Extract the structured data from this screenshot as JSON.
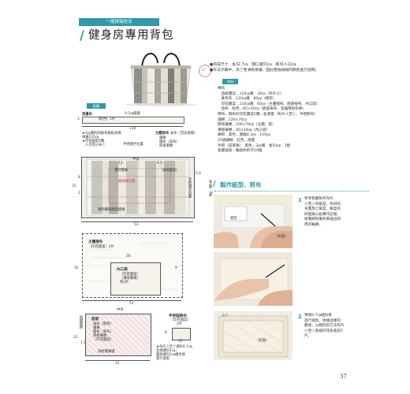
{
  "header": {
    "category_tag": "一般拼接技法",
    "title": "健身房專用背包"
  },
  "colors": {
    "teal": "#2f9aa6",
    "pink": "#d98b90",
    "grey_fabric": "#cfcfc8",
    "light_fabric": "#eeebe3"
  },
  "info": {
    "size": "●完成尺寸　長32.7㎝　開口寬53㎝　底31×22㎝",
    "note": "●作法示範中，為了更清晰易懂，因此更換縫線的顏色進行說明。"
  },
  "materials": {
    "tag": "材料",
    "lines": [
      "棉布",
      "　直紋圖案…110㎝寬　30㎝（布片ⓑ）",
      "　素色布…110㎝寬　80㎝（裡布）",
      "　印花圖案…110㎝寬　60㎝（主體裡布、底部裡布、內口袋）",
      "　直布　駝色…65×40㎝（底部表布、滾邊用斜布條）",
      "棉布、麻布的印花圖案5種…各適量（布片ⓐ至ⓒ、手把飾布）",
      "鋪棉…120×70㎝",
      "厚接著襯…100×70㎝（主體、底）",
      "薄接著襯…40×20㎝（內口袋）",
      "織帶　黑色…寬幅0.3㎝　120㎝",
      "25號繡線　紅色…適量",
      "手把（皮革製）　黑色…3㎝寬　長50㎝　1組",
      "金屬鈕釦…軸高約約可10個"
    ]
  },
  "howto": {
    "title": "製作紙型、剪布",
    "step1_num": "1",
    "step1_text": [
      "參考製圖製作布片",
      "ⓐ至ⓒ的紙型。布材的",
      "背面放上紙型，紙型的",
      "四個角以鉛筆作記號，",
      "接著將鉛筆拆來描出四",
      "周的輪廓。"
    ],
    "step1_callouts": [
      "紙型",
      "（背面）"
    ],
    "step2_num": "2",
    "step2_text": [
      "預留0.7㎝縫份後",
      "進行裁剪。依據這樣的",
      "數值，以相同的方法布片",
      "ⓐ至ⓒ各縫印花各裁剪2",
      "片。"
    ],
    "step2_callouts": [
      "0.7",
      "（背面）"
    ]
  },
  "diagram": {
    "section_tag": "製圖",
    "binding_label": "滾邊布",
    "binding_sub": "（駝色）1片",
    "binding_width": "0.5㎝縫邊",
    "dim_110": "110",
    "dim_3": "3",
    "notes": [
      "★3㎝寬的斜紋布條貼長條",
      "凍邊110㎝",
      "★印花圖案5種",
      "…ⓐ印花②布ⓒ"
    ],
    "hand_note": "手把縫合位置",
    "body_label": "主體表布",
    "body_sub": "表布（完成接縫）",
    "body_items": [
      "鋪棉",
      "檔布（表布）",
      "厚接著襯"
    ],
    "bottom_center_label": "中央",
    "red_note": "壓縫線位置",
    "fly_label": "落針壓線",
    "dim_0_4": "0.4",
    "handle_pos": "手把縫合位置",
    "straight_label": "（直紋圖案）",
    "dim_13": "13",
    "dim_4_5": "4.5",
    "dim_32": "32",
    "dim_2": "2",
    "dim_8": "8",
    "side_note": "（手縫）2處",
    "bottom_note": "請刺繡接圖案縫線",
    "dim_53": "53",
    "lining_title": "主體裡布",
    "lining_sub": "（印花圖案）2片",
    "lining_dim_26": "26",
    "lining_dim_32": "32",
    "lining_dim_53": "53",
    "lining_dim_9": "9",
    "lining_dim_13": "13",
    "lining_dim_5": "5",
    "pocket_title": "內口袋",
    "pocket_items": [
      "（印花圖案）",
      "（薄接著襯）",
      "各2片"
    ],
    "bottom_center2": "中央",
    "base_title": "底部",
    "base_items": [
      "表布（駝色）",
      "鋪棉",
      "檔布（表布）",
      "厚接著襯"
    ],
    "base_lining": "（印花圖案）",
    "base_sub": "斜紋壓線縫",
    "dim_22": "22",
    "base_side": "指縫壓線",
    "dim_31": "31",
    "dim_1_5": "1.5",
    "handle_title": "手把裝飾布",
    "handle_sub": "（印花圖案）",
    "handle_count": "2片",
    "dim_6": "6",
    "dim_12": "12",
    "bottom_note2": [
      "★布片ⓐ至ⓒ縫份0.7㎝，",
      "其他縫份1㎝；",
      "裏加縫份1㎝縫合後",
      "進行裁剪"
    ]
  },
  "page_number": "37"
}
